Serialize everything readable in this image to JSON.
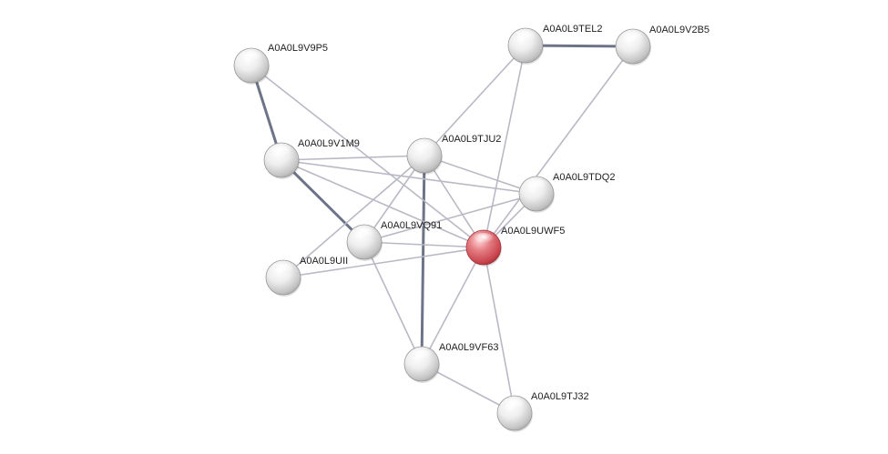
{
  "colors": {
    "edge_default": "#b9b9c6",
    "edge_strong": "#6e7488",
    "node_default": "#e6e6e6",
    "node_query": "#d9545c"
  },
  "nodes": [
    {
      "id": "A0A0L9V9P5",
      "label": "A0A0L9V9P5",
      "query": false
    },
    {
      "id": "A0A0L9V1M9",
      "label": "A0A0L9V1M9",
      "query": false
    },
    {
      "id": "A0A0L9TJU2",
      "label": "A0A0L9TJU2",
      "query": false
    },
    {
      "id": "A0A0L9TEL2",
      "label": "A0A0L9TEL2",
      "query": false
    },
    {
      "id": "A0A0L9V2B5",
      "label": "A0A0L9V2B5",
      "query": false
    },
    {
      "id": "A0A0L9TDQ2",
      "label": "A0A0L9TDQ2",
      "query": false
    },
    {
      "id": "A0A0L9VQ91",
      "label": "A0A0L9VQ91",
      "query": false
    },
    {
      "id": "A0A0L9UWF5",
      "label": "A0A0L9UWF5",
      "query": true
    },
    {
      "id": "A0A0L9UII",
      "label": "A0A0L9UII",
      "query": false
    },
    {
      "id": "A0A0L9VF63",
      "label": "A0A0L9VF63",
      "query": false
    },
    {
      "id": "A0A0L9TJ32",
      "label": "A0A0L9TJ32",
      "query": false
    }
  ],
  "edges": [
    {
      "source": "A0A0L9V9P5",
      "target": "A0A0L9V1M9",
      "strong": true
    },
    {
      "source": "A0A0L9V1M9",
      "target": "A0A0L9VQ91",
      "strong": true
    },
    {
      "source": "A0A0L9TEL2",
      "target": "A0A0L9V2B5",
      "strong": true
    },
    {
      "source": "A0A0L9TJU2",
      "target": "A0A0L9VF63",
      "strong": true
    },
    {
      "source": "A0A0L9V9P5",
      "target": "A0A0L9UWF5",
      "strong": false
    },
    {
      "source": "A0A0L9V1M9",
      "target": "A0A0L9TJU2",
      "strong": false
    },
    {
      "source": "A0A0L9V1M9",
      "target": "A0A0L9UWF5",
      "strong": false
    },
    {
      "source": "A0A0L9V1M9",
      "target": "A0A0L9TDQ2",
      "strong": false
    },
    {
      "source": "A0A0L9TJU2",
      "target": "A0A0L9TDQ2",
      "strong": false
    },
    {
      "source": "A0A0L9TJU2",
      "target": "A0A0L9UWF5",
      "strong": false
    },
    {
      "source": "A0A0L9TJU2",
      "target": "A0A0L9VQ91",
      "strong": false
    },
    {
      "source": "A0A0L9TJU2",
      "target": "A0A0L9UII",
      "strong": false
    },
    {
      "source": "A0A0L9TEL2",
      "target": "A0A0L9TJU2",
      "strong": false
    },
    {
      "source": "A0A0L9TEL2",
      "target": "A0A0L9UWF5",
      "strong": false
    },
    {
      "source": "A0A0L9V2B5",
      "target": "A0A0L9UWF5",
      "strong": false
    },
    {
      "source": "A0A0L9TDQ2",
      "target": "A0A0L9UWF5",
      "strong": false
    },
    {
      "source": "A0A0L9TDQ2",
      "target": "A0A0L9VQ91",
      "strong": false
    },
    {
      "source": "A0A0L9VQ91",
      "target": "A0A0L9UWF5",
      "strong": false
    },
    {
      "source": "A0A0L9VQ91",
      "target": "A0A0L9VF63",
      "strong": false
    },
    {
      "source": "A0A0L9UII",
      "target": "A0A0L9UWF5",
      "strong": false
    },
    {
      "source": "A0A0L9UWF5",
      "target": "A0A0L9VF63",
      "strong": false
    },
    {
      "source": "A0A0L9UWF5",
      "target": "A0A0L9TJ32",
      "strong": false
    },
    {
      "source": "A0A0L9VF63",
      "target": "A0A0L9TJ32",
      "strong": false
    }
  ]
}
